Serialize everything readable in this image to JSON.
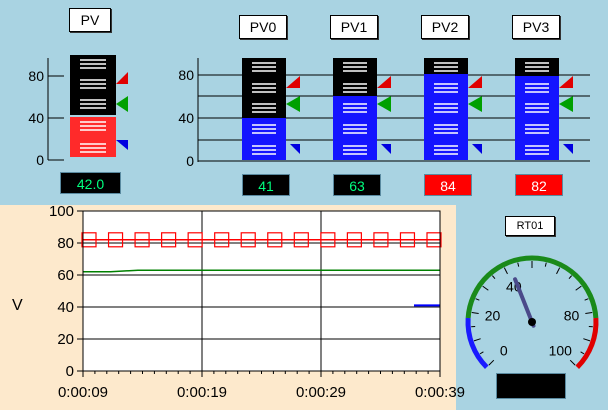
{
  "gauges": {
    "pv": {
      "label": "PV",
      "value_text": "42.0",
      "value_color": "#000000",
      "text_color": "#00ff7f"
    },
    "pv0": {
      "label": "PV0",
      "value_text": "41",
      "value_color": "#000000",
      "text_color": "#00ff7f"
    },
    "pv1": {
      "label": "PV1",
      "value_text": "63",
      "value_color": "#000000",
      "text_color": "#00ff7f"
    },
    "pv2": {
      "label": "PV2",
      "value_text": "84",
      "value_color": "#ff0000",
      "text_color": "#ffffff"
    },
    "pv3": {
      "label": "PV3",
      "value_text": "82",
      "value_color": "#ff0000",
      "text_color": "#ffffff"
    }
  },
  "bar_scale": {
    "ticks": [
      "80",
      "40",
      "0"
    ]
  },
  "chart_data": {
    "type": "line",
    "ylabel": "V",
    "ylim": [
      0,
      100
    ],
    "y_ticks": [
      "100",
      "80",
      "60",
      "40",
      "20",
      "0"
    ],
    "x_ticks": [
      "0:00:09",
      "0:00:19",
      "0:00:29",
      "0:00:39"
    ],
    "series": [
      {
        "color": "#ff0000",
        "marker": "square",
        "values": [
          82,
          82,
          82,
          82,
          82,
          82,
          82,
          82,
          82,
          82,
          82,
          82,
          82,
          82
        ]
      },
      {
        "color": "#008000",
        "values": [
          62,
          62,
          63,
          63,
          63,
          63,
          63,
          63,
          63,
          63,
          63,
          63,
          63,
          63
        ]
      },
      {
        "color": "#0000ff",
        "values": [
          41
        ]
      }
    ]
  },
  "dial": {
    "label": "RT01",
    "ticks": [
      "0",
      "20",
      "40",
      "80",
      "100"
    ],
    "needle_value": 42,
    "range": [
      0,
      100
    ],
    "display_text": ""
  },
  "colors": {
    "bg": "#a9d3e2",
    "trend_bg": "#fde9cc",
    "plot_bg": "#ffffff"
  }
}
